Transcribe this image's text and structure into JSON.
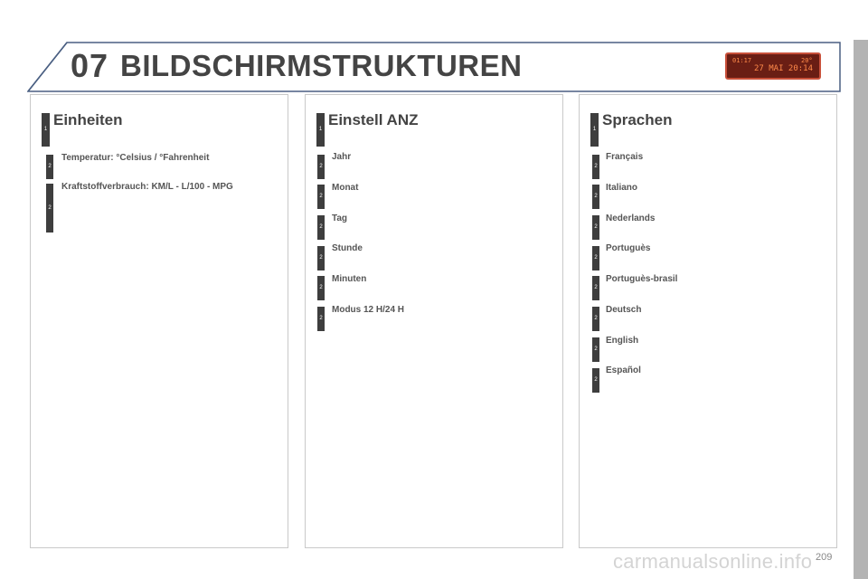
{
  "header": {
    "chapter": "07",
    "title": "BILDSCHIRMSTRUKTUREN",
    "display": {
      "time_left": "01:17",
      "temp_right": "20°",
      "date_line": "27 MAI 20:14"
    }
  },
  "columns": [
    {
      "heading": "Einheiten",
      "level_marker": "1",
      "items": [
        {
          "marker": "2",
          "label": "Temperatur: °Celsius / °Fahrenheit"
        },
        {
          "marker": "2",
          "label": "Kraftstoffverbrauch: KM/L - L/100 - MPG"
        }
      ]
    },
    {
      "heading": "Einstell ANZ",
      "level_marker": "1",
      "items": [
        {
          "marker": "2",
          "label": "Jahr"
        },
        {
          "marker": "2",
          "label": "Monat"
        },
        {
          "marker": "2",
          "label": "Tag"
        },
        {
          "marker": "2",
          "label": "Stunde"
        },
        {
          "marker": "2",
          "label": "Minuten"
        },
        {
          "marker": "2",
          "label": "Modus 12 H/24 H"
        }
      ]
    },
    {
      "heading": "Sprachen",
      "level_marker": "1",
      "items": [
        {
          "marker": "2",
          "label": "Français"
        },
        {
          "marker": "2",
          "label": "Italiano"
        },
        {
          "marker": "2",
          "label": "Nederlands"
        },
        {
          "marker": "2",
          "label": "Portuguès"
        },
        {
          "marker": "2",
          "label": "Portuguès-brasil"
        },
        {
          "marker": "2",
          "label": "Deutsch"
        },
        {
          "marker": "2",
          "label": "English"
        },
        {
          "marker": "2",
          "label": "Español"
        }
      ]
    }
  ],
  "footer": {
    "page_number": "209",
    "watermark": "carmanualsonline.info"
  }
}
